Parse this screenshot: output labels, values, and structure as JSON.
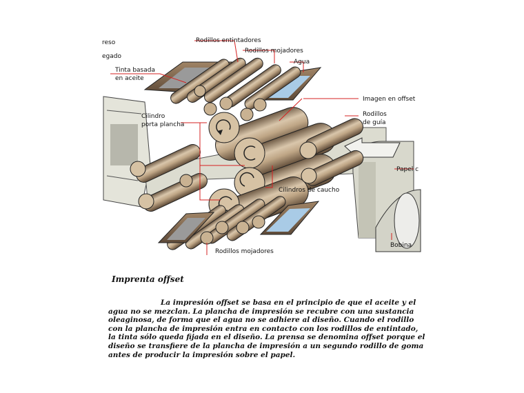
{
  "diagram": {
    "labels": {
      "reso": "reso",
      "egado": "egado",
      "tinta": [
        "Tinta basada",
        "en aceite"
      ],
      "rodillos_entintadores": "Rodillos entintadores",
      "rodillos_mojadores_top": "Rodillos mojadores",
      "agua": "Agua",
      "imagen_offset": "Imagen en offset",
      "rodillos_guia": [
        "Rodillos",
        "de guía"
      ],
      "cilindro": [
        "Cilindro",
        "porta plancha"
      ],
      "papel": "Papel c",
      "cilindros_caucho": "Cilindros de caucho",
      "bobina": "Bobina",
      "rodillos_mojadores_bottom": "Rodillos mojadores"
    },
    "colors": {
      "callout": "#d62020",
      "roller": "#cbb59a",
      "roller_dark": "#8c735a",
      "water": "#a9cbe6",
      "paper": "#dcdcd0"
    }
  },
  "caption": {
    "title": "Imprenta offset",
    "text": "La impresión offset se basa en el principio de que el aceite y el agua no se mezclan. La plancha de impresión se recubre con una sustancia oleaginosa, de forma que el agua no se adhiere al diseño. Cuando el rodillo con la plancha de impresión entra en contacto con los rodillos de entintado, la tinta sólo queda fijada en el diseño. La prensa se denomina offset porque el diseño se transfiere de la plancha de impresión a un segundo rodillo de goma antes de producir la impresión sobre el papel."
  }
}
